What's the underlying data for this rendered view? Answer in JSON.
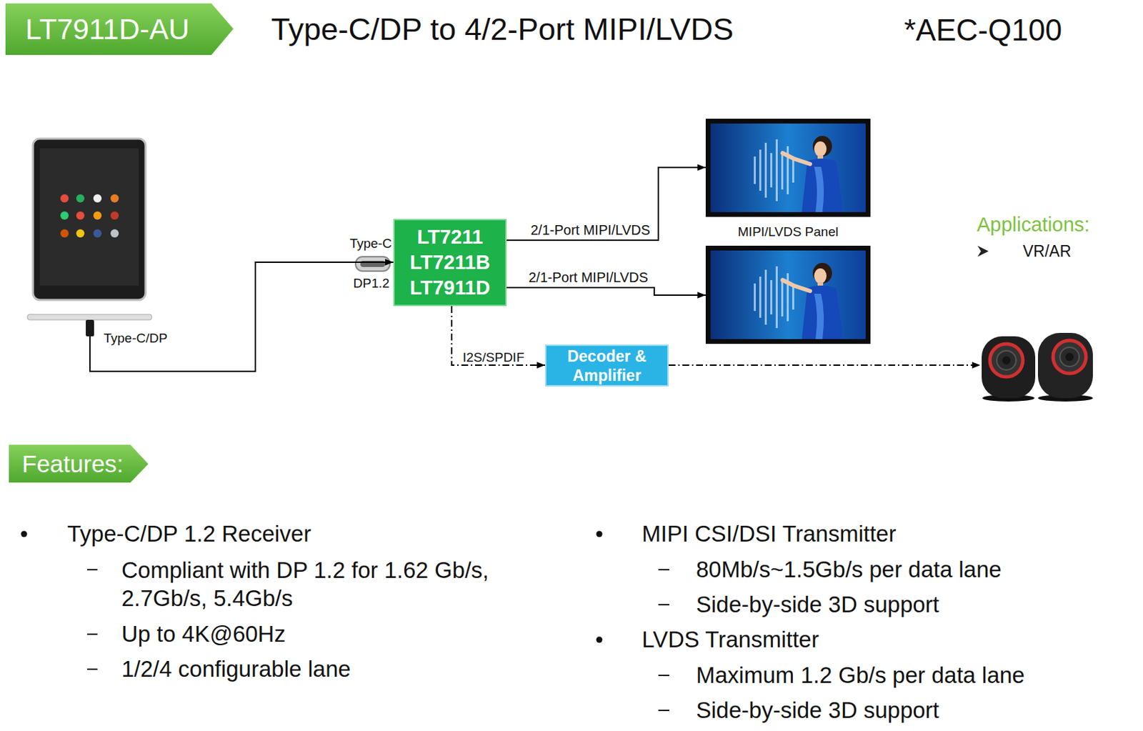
{
  "diagram": {
    "title": "Type-C/DP to 4/2-Port MIPI/LVDS",
    "nodes": [
      {
        "text": []
      },
      {
        "text": [
          "LT7211 LT7211B LT7911D"
        ]
      },
      {
        "text": [
          "MIPI/LVDS Panel"
        ]
      },
      {
        "text": []
      },
      {
        "text": [
          "Decoder & Amplifier"
        ]
      },
      {
        "text": []
      }
    ],
    "edges": [
      {
        "from": 0,
        "to": 1,
        "arrow": "to",
        "label": "Type-C/DP"
      },
      {
        "from": 1,
        "to": 2,
        "arrow": "to",
        "label": "2/1-Port MIPI/LVDS"
      },
      {
        "from": 1,
        "to": 3,
        "arrow": "to",
        "label": "2/1-Port MIPI/LVDS"
      },
      {
        "from": 1,
        "to": 4,
        "arrow": "to",
        "label": "I2S/SPDIF"
      },
      {
        "from": 4,
        "to": 5,
        "arrow": "to"
      }
    ],
    "labels": [
      "LT7911D-AU",
      "*AEC-Q100",
      "Type-C",
      "DP1.2",
      "Applications:",
      "VR/AR",
      "Features:",
      "Type-C/DP 1.2 Receiver",
      "Compliant with DP 1.2 for 1.62 Gb/s, 2.7Gb/s, 5.4Gb/s",
      "Up to 4K@60Hz",
      "1/2/4 configurable lane",
      "MIPI CSI/DSI Transmitter",
      "80Mb/s~1.5Gb/s per data lane",
      "Side-by-side 3D support",
      "LVDS Transmitter",
      "Maximum 1.2 Gb/s per data lane",
      "Side-by-side 3D support"
    ]
  }
}
